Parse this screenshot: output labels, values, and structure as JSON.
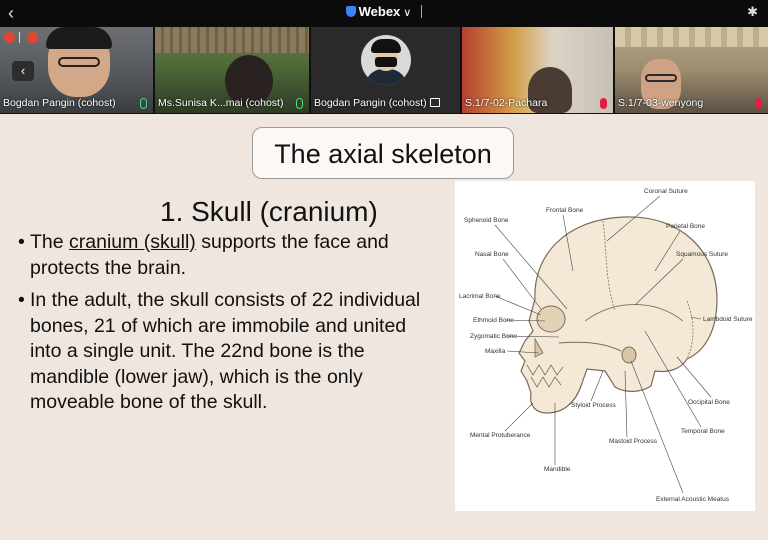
{
  "app": {
    "title": "Webex",
    "back_glyph": "‹",
    "bluetooth_glyph": "✱"
  },
  "participants": [
    {
      "name": "Bogdan Pangin (cohost)",
      "mic": "green"
    },
    {
      "name": "Ms.Sunisa K...mai (cohost)",
      "mic": "green"
    },
    {
      "name": "Bogdan Pangin (cohost)",
      "mic": "share"
    },
    {
      "name": "S.1/7-02-Pachara",
      "mic": "red"
    },
    {
      "name": "S.1/7-03-wenyong",
      "mic": "red"
    }
  ],
  "strip": {
    "scroll_left_glyph": "‹"
  },
  "slide": {
    "title": "The axial skeleton",
    "heading": "1. Skull (cranium)",
    "bullet_glyph": "•",
    "bullet1_pre": "The ",
    "bullet1_link": "cranium (skull)",
    "bullet1_post": " supports the face and protects the brain.",
    "bullet2": "In the adult, the skull consists of 22 individual bones, 21 of which are immobile and united into a single unit. The 22nd bone is the mandible (lower jaw), which is the only moveable bone of the skull."
  },
  "diagram": {
    "labels": {
      "coronal_suture": "Coronal Suture",
      "frontal_bone": "Frontal Bone",
      "sphenoid_bone": "Sphenoid Bone",
      "parietal_bone": "Parietal Bone",
      "nasal_bone": "Nasal Bone",
      "squamous_suture": "Squamous Suture",
      "lacrimal_bone": "Lacrimal Bone",
      "lambdoid_suture": "Lambdoid Suture",
      "ethmoid_bone": "Ethmoid Bone",
      "zygomatic_bone": "Zygomatic Bone",
      "maxilla": "Maxilla",
      "occipital_bone": "Occipital Bone",
      "styloid_process": "Styloid Process",
      "temporal_bone": "Temporal Bone",
      "mental_protuberance": "Mental Protuberance",
      "mastoid_process": "Mastoid Process",
      "mandible": "Mandible",
      "external_acoustic_meatus": "External Acoustic Meatus"
    }
  },
  "colors": {
    "accent_blue": "#3b82f6",
    "mic_green": "#4ade80",
    "mic_red": "#e11d48",
    "slide_bg": "#efe6df"
  }
}
